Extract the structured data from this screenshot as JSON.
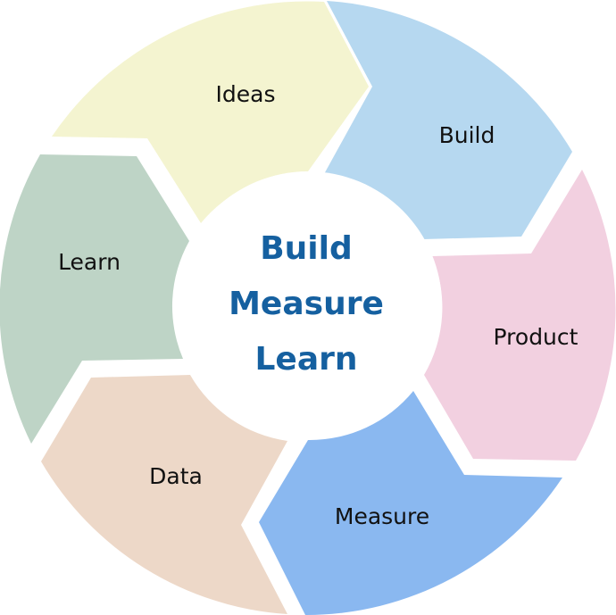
{
  "center": {
    "lines": [
      "Build",
      "Measure",
      "Learn"
    ],
    "color": "#1560a0"
  },
  "segments": [
    {
      "label": "Ideas",
      "color": "#f4f4d0"
    },
    {
      "label": "Build",
      "color": "#b6d8f0"
    },
    {
      "label": "Product",
      "color": "#f2d0e0"
    },
    {
      "label": "Measure",
      "color": "#8ab8f0"
    },
    {
      "label": "Data",
      "color": "#edd8c8"
    },
    {
      "label": "Learn",
      "color": "#bed4c6"
    }
  ]
}
